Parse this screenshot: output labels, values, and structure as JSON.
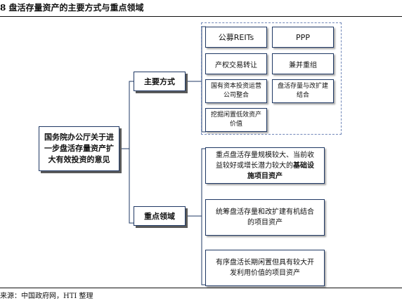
{
  "title": "8 盘活存量资产的主要方式与重点领域",
  "source": "来源：中国政府网，HTI 整理",
  "root": {
    "label": "国务院办公厅关于进一步盘活存量资产扩大有效投资的意见"
  },
  "branches": [
    {
      "label": "主要方式",
      "items": [
        "公募REITs",
        "PPP",
        "产权交易转让",
        "兼并重组",
        "国有资本投资运营公司整合",
        "盘活存量与改扩建结合",
        "挖掘闲置低效资产价值"
      ]
    },
    {
      "label": "重点领域",
      "items": [
        {
          "normal": "重点盘活存量规模较大、当前收益较好或增长潜力较大的",
          "bold": "基础设施项目资产"
        },
        {
          "normal": "统筹盘活存量和改扩建有机结合的项目资产",
          "bold": ""
        },
        {
          "normal": "有序盘活长期闲置但具有较大开发利用价值的项目资产",
          "bold": ""
        }
      ]
    }
  ]
}
